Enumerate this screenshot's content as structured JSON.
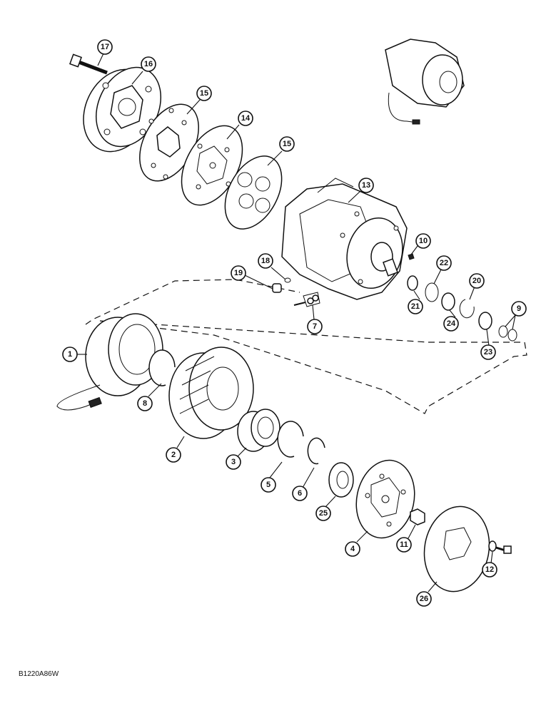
{
  "figure_code": "B1220A86W",
  "callouts": [
    "1",
    "2",
    "3",
    "4",
    "5",
    "6",
    "7",
    "8",
    "9",
    "10",
    "11",
    "12",
    "13",
    "14",
    "15",
    "15",
    "16",
    "17",
    "18",
    "19",
    "20",
    "21",
    "22",
    "23",
    "24",
    "25",
    "26"
  ],
  "colors": {
    "ink": "#111111",
    "paper": "#ffffff"
  }
}
